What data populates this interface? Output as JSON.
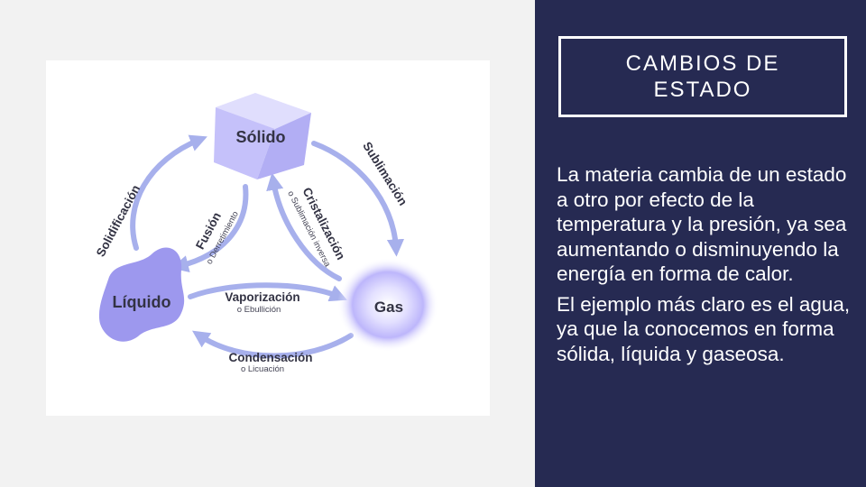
{
  "diagram": {
    "states": {
      "solid": "Sólido",
      "liquid": "Líquido",
      "gas": "Gas"
    },
    "processes": {
      "solidification": "Solidificación",
      "sublimation": "Sublimación",
      "fusion": "Fusión",
      "fusion_alt": "o Derretimiento",
      "crystallization": "Cristalización",
      "crystallization_alt": "o Sublimación inversa",
      "vaporization": "Vaporización",
      "vaporization_alt": "o Ebullición",
      "condensation": "Condensación",
      "condensation_alt": "o Licuación"
    }
  },
  "panel": {
    "title": "CAMBIOS DE ESTADO",
    "paragraph1": "La materia cambia de un estado a otro por efecto de la temperatura y la presión, ya sea aumentando o disminuyendo la energía en forma de calor.",
    "paragraph2": "El ejemplo más claro es el agua, ya que la conocemos en forma sólida, líquida y gaseosa."
  },
  "colors": {
    "panel_background": "#262a52",
    "arrow": "#a7b0ec",
    "shape_fill": "#9f9cf0",
    "label_text": "#333344"
  }
}
